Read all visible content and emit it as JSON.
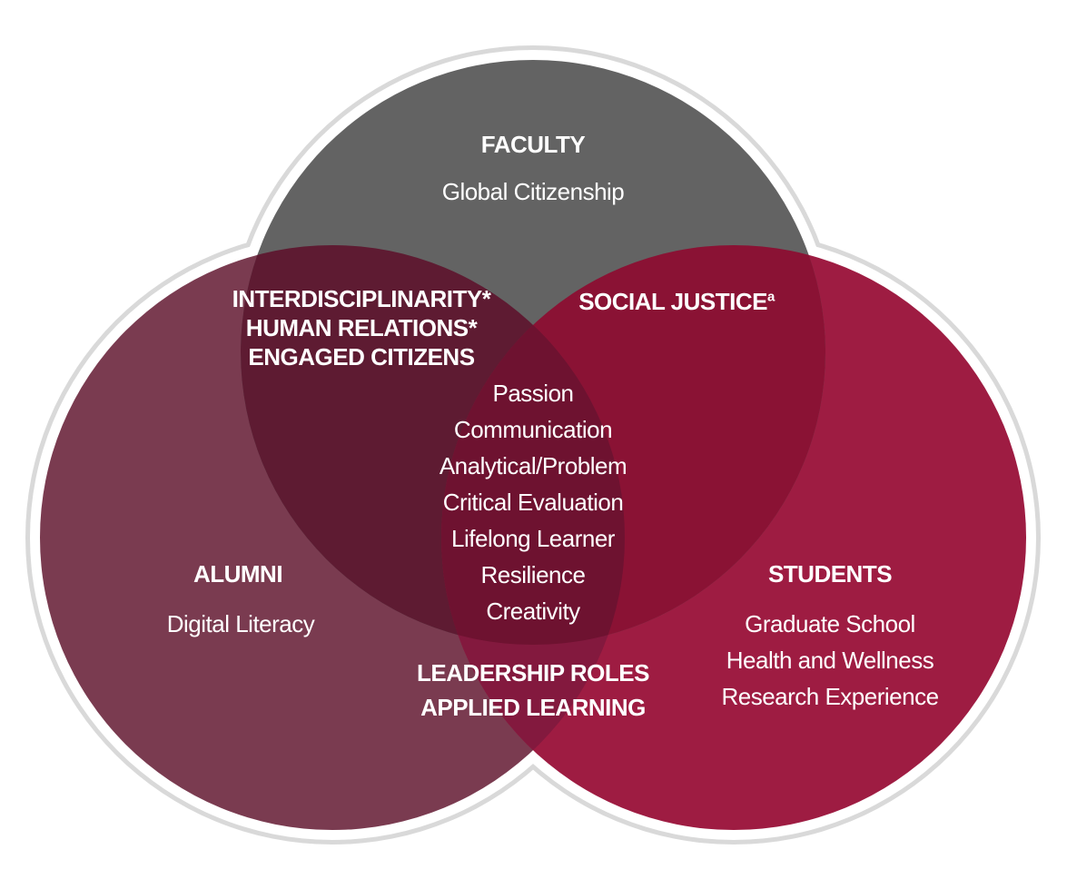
{
  "sets": {
    "faculty": {
      "title": "FACULTY",
      "items": [
        "Global Citizenship"
      ],
      "color": "#636363"
    },
    "alumni": {
      "title": "ALUMNI",
      "items": [
        "Digital Literacy"
      ],
      "color": "#7a3b50"
    },
    "students": {
      "title": "STUDENTS",
      "items": [
        "Graduate School",
        "Health and Wellness",
        "Research Experience"
      ],
      "color": "#9e1c42"
    }
  },
  "overlaps": {
    "faculty_alumni": [
      "INTERDISCIPLINARITY*",
      "HUMAN RELATIONS*",
      "ENGAGED CITIZENS"
    ],
    "faculty_students": {
      "text": "SOCIAL JUSTICE",
      "superscript": "a"
    },
    "alumni_students": [
      "LEADERSHIP ROLES",
      "APPLIED LEARNING"
    ],
    "all": [
      "Passion",
      "Communication",
      "Analytical/Problem",
      "Critical Evaluation",
      "Lifelong Learner",
      "Resilience",
      "Creativity"
    ]
  },
  "colors": {
    "faculty_alumni_overlap": "#5e1b32",
    "faculty_students_overlap": "#8a1234",
    "alumni_students_overlap": "#83193e",
    "center_overlap": "#6e1230",
    "text": "#ffffff",
    "outline": "#ffffff",
    "shadow": "#d9d9d9"
  }
}
